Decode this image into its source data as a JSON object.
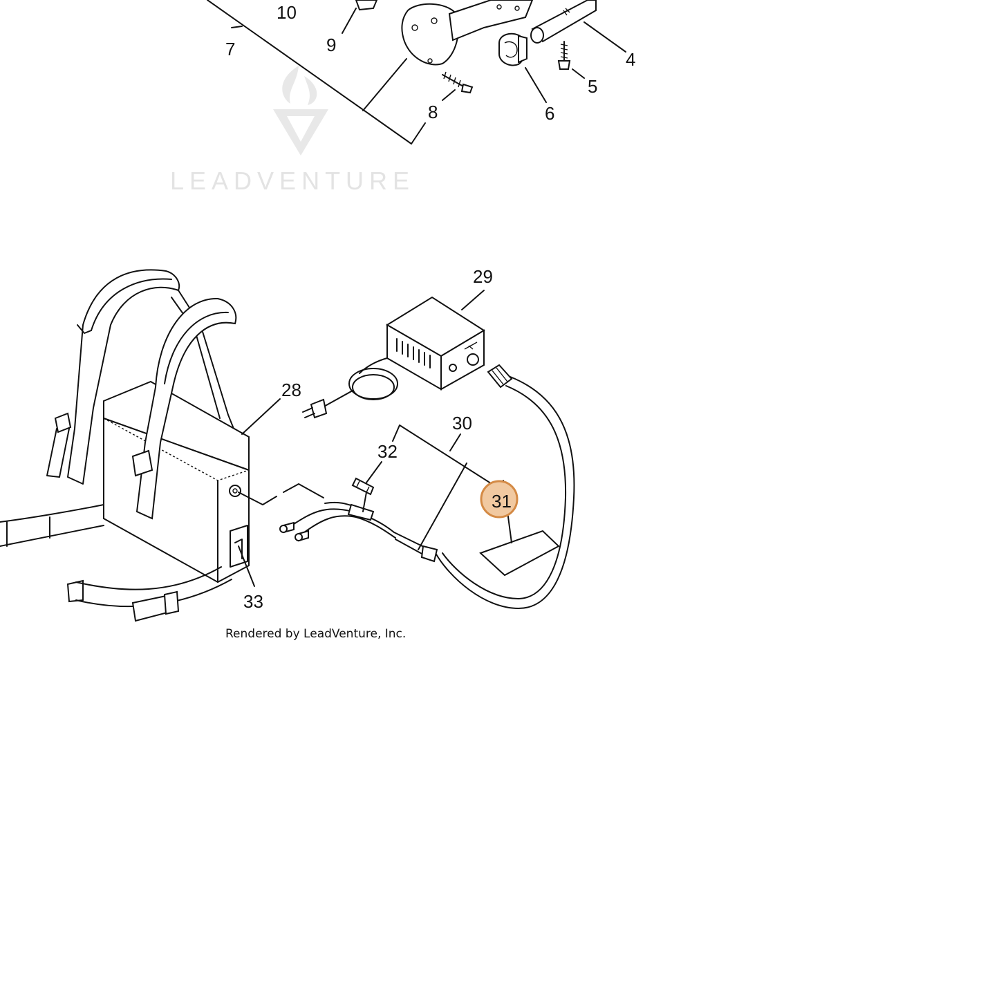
{
  "watermark": {
    "brand_text": "LEADVENTURE"
  },
  "callouts": [
    {
      "id": "c4",
      "label": "4"
    },
    {
      "id": "c5",
      "label": "5"
    },
    {
      "id": "c6",
      "label": "6"
    },
    {
      "id": "c7",
      "label": "7"
    },
    {
      "id": "c8",
      "label": "8"
    },
    {
      "id": "c9",
      "label": "9"
    },
    {
      "id": "c10",
      "label": "10"
    },
    {
      "id": "c28",
      "label": "28"
    },
    {
      "id": "c29",
      "label": "29"
    },
    {
      "id": "c30",
      "label": "30"
    },
    {
      "id": "c31",
      "label": "31",
      "highlighted": true
    },
    {
      "id": "c32",
      "label": "32"
    },
    {
      "id": "c33",
      "label": "33"
    }
  ],
  "footer": {
    "credit": "Rendered by LeadVenture, Inc."
  },
  "colors": {
    "highlight_fill": "#f1c9a1",
    "highlight_stroke": "#d48a45",
    "line": "#111111",
    "watermark": "#e3e3e3"
  }
}
